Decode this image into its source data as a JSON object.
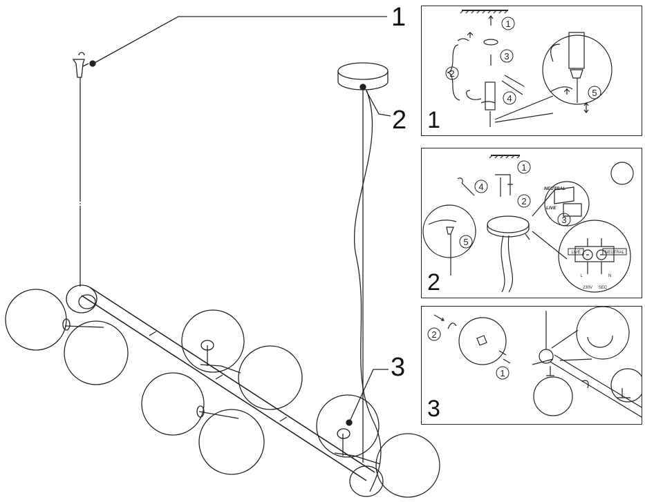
{
  "callouts": [
    "1",
    "2",
    "3"
  ],
  "panels": [
    {
      "number": "1",
      "steps": [
        "1",
        "2",
        "3",
        "4",
        "5"
      ]
    },
    {
      "number": "2",
      "steps": [
        "1",
        "2",
        "3",
        "4",
        "5"
      ],
      "wiring": {
        "neutral": "NEUTRAL",
        "live": "LIVE",
        "live_box": "LIVE",
        "neutral_box": "NEUTRAL",
        "l": "L",
        "n": "N",
        "voltage": "230V",
        "sec": "SEC"
      }
    },
    {
      "number": "3",
      "steps": [
        "2",
        "1"
      ]
    }
  ]
}
